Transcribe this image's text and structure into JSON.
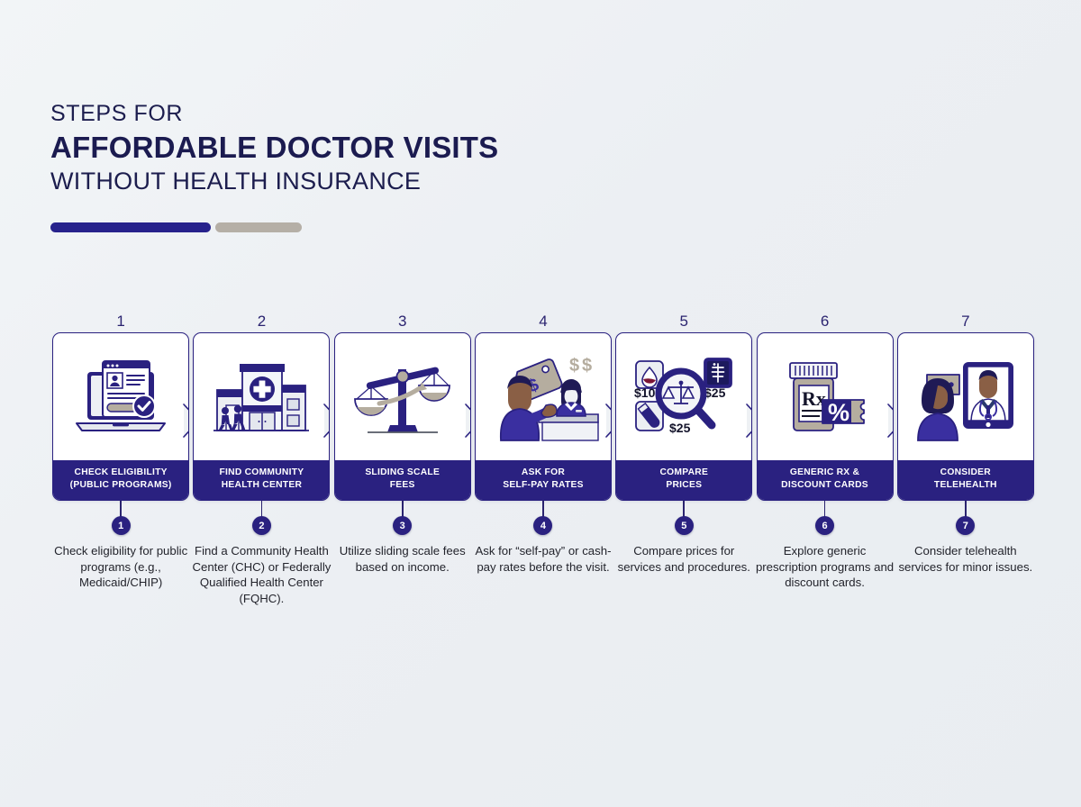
{
  "header": {
    "eyebrow": "STEPS FOR",
    "headline": "AFFORDABLE DOCTOR VISITS",
    "subhead": "WITHOUT HEALTH INSURANCE"
  },
  "colors": {
    "navy": "#2a2180",
    "navy_text": "#1b1b50",
    "progress_fill": "#27228c",
    "progress_rest": "#b5afa6",
    "background": "#eef1f4",
    "tan": "#b5ad9f"
  },
  "steps": [
    {
      "number": "1",
      "badge": "1",
      "label": "CHECK ELIGIBILITY\n(PUBLIC PROGRAMS)",
      "label_line1": "CHECK ELIGIBILITY",
      "label_line2": "(PUBLIC PROGRAMS)",
      "description": "Check eligibility for public programs (e.g., Medicaid/CHIP)",
      "icon": "laptop-application-approved-icon"
    },
    {
      "number": "2",
      "badge": "2",
      "label_line1": "FIND COMMUNITY",
      "label_line2": "HEALTH CENTER",
      "description": "Find a Community Health Center (CHC) or Federally Qualified Health Center (FQHC).",
      "icon": "clinic-building-icon"
    },
    {
      "number": "3",
      "badge": "3",
      "label_line1": "SLIDING SCALE",
      "label_line2": "FEES",
      "description": "Utilize sliding scale fees based on income.",
      "icon": "balance-scale-icon"
    },
    {
      "number": "4",
      "badge": "4",
      "label_line1": "ASK FOR",
      "label_line2": "SELF-PAY RATES",
      "description": "Ask for “self-pay” or cash-pay rates before the visit.",
      "icon": "front-desk-conversation-icon"
    },
    {
      "number": "5",
      "badge": "5",
      "label_line1": "COMPARE",
      "label_line2": "PRICES",
      "description": "Compare prices for services and procedures.",
      "icon": "magnifier-price-comparison-icon",
      "prices": [
        "$10",
        "$25",
        "$25"
      ]
    },
    {
      "number": "6",
      "badge": "6",
      "label_line1": "GENERIC RX &",
      "label_line2": "DISCOUNT CARDS",
      "description": "Explore generic prescription programs and discount cards.",
      "icon": "pill-bottle-discount-coupon-icon",
      "rx_label": "Rx",
      "coupon_label": "%"
    },
    {
      "number": "7",
      "badge": "7",
      "label_line1": "CONSIDER",
      "label_line2": "TELEHEALTH",
      "description": "Consider telehealth services for minor issues.",
      "icon": "telehealth-video-call-icon"
    }
  ]
}
